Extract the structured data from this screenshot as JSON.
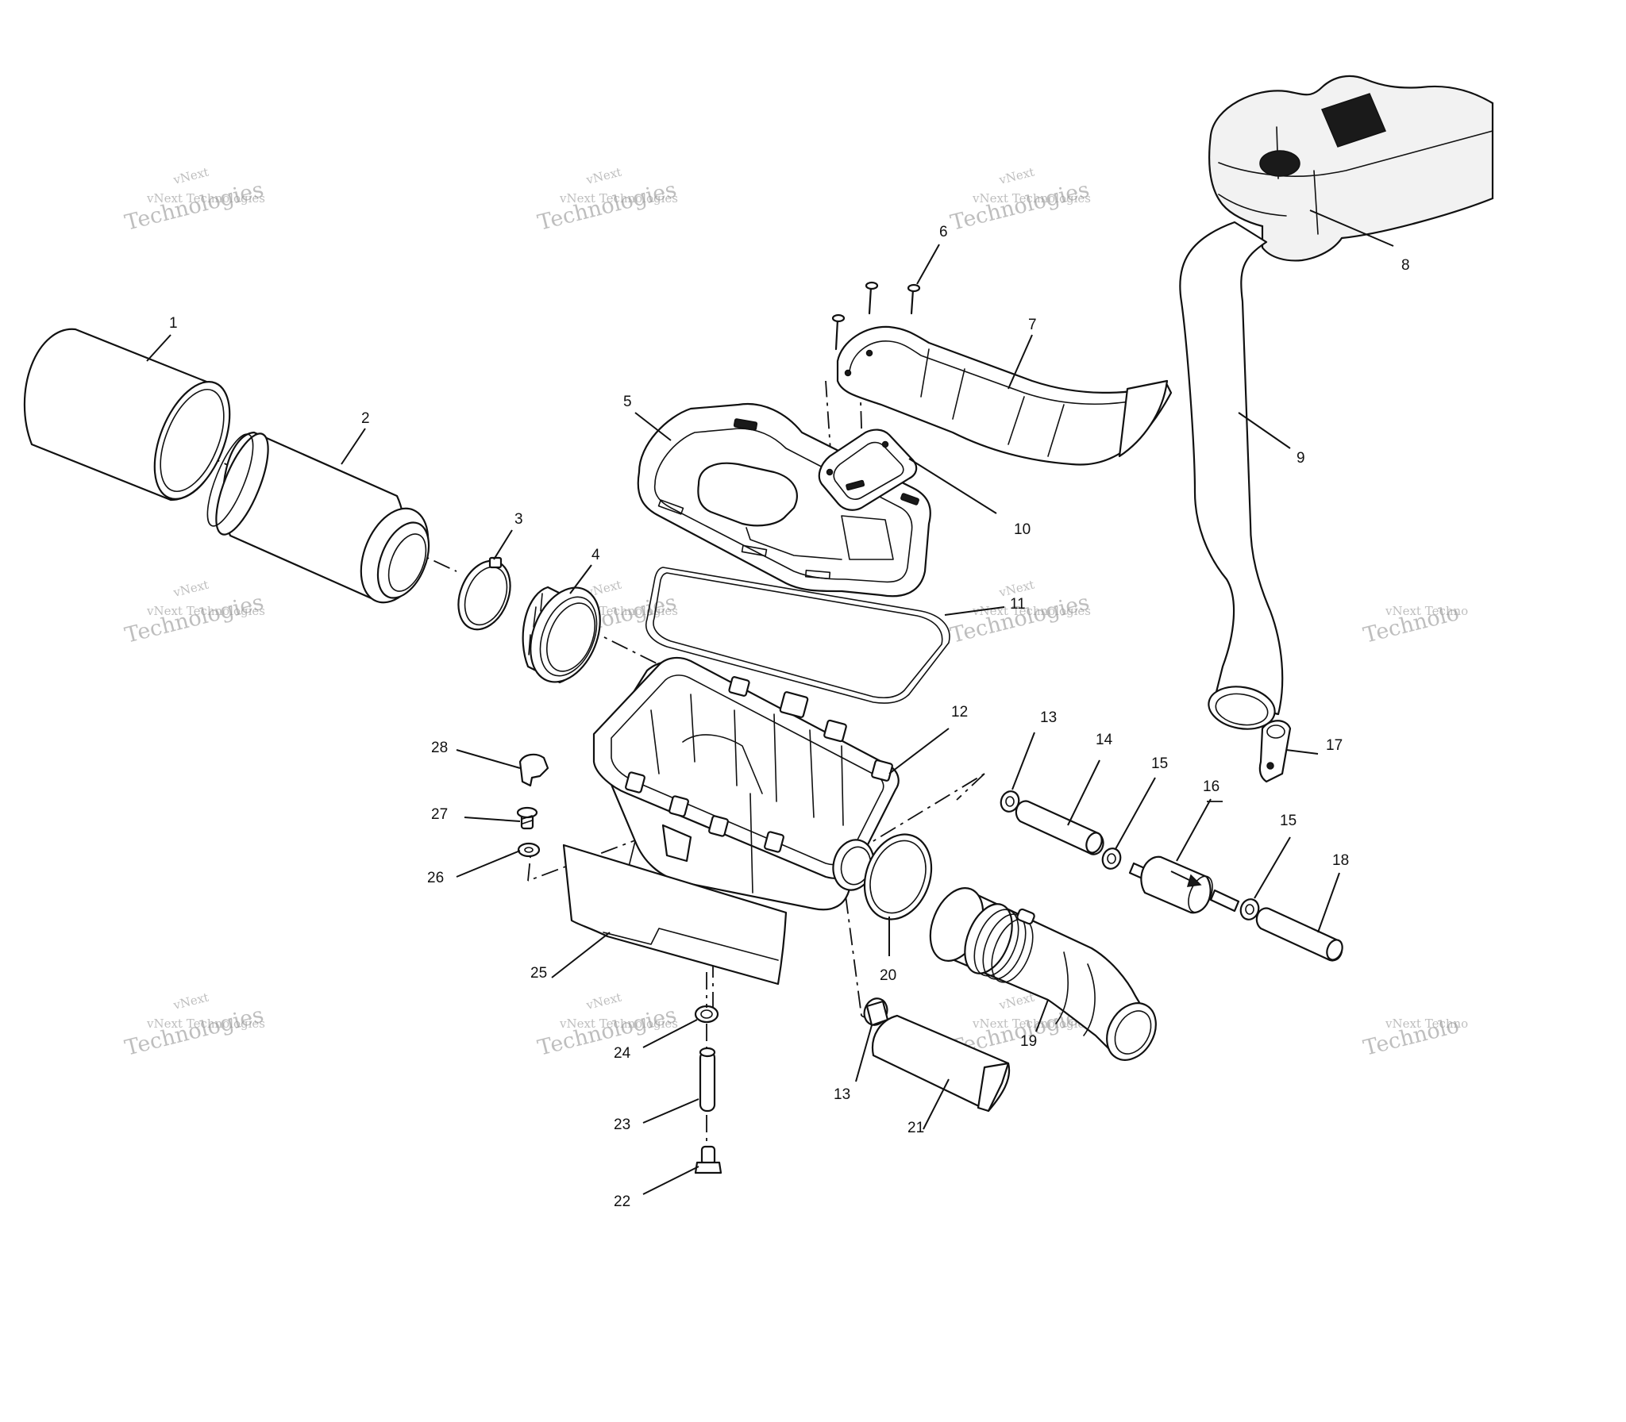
{
  "watermark": {
    "line1": "vNext",
    "line2": "vNext Technologies",
    "line3": "Technologies",
    "line2_cropped": "vNext Techno",
    "line3_cropped": "Technolo"
  },
  "callouts": [
    {
      "id": "1",
      "label": "1"
    },
    {
      "id": "2",
      "label": "2"
    },
    {
      "id": "3",
      "label": "3"
    },
    {
      "id": "4",
      "label": "4"
    },
    {
      "id": "5",
      "label": "5"
    },
    {
      "id": "6",
      "label": "6"
    },
    {
      "id": "7",
      "label": "7"
    },
    {
      "id": "8",
      "label": "8"
    },
    {
      "id": "9",
      "label": "9"
    },
    {
      "id": "10",
      "label": "10"
    },
    {
      "id": "11",
      "label": "11"
    },
    {
      "id": "12",
      "label": "12"
    },
    {
      "id": "13a",
      "label": "13"
    },
    {
      "id": "13b",
      "label": "13"
    },
    {
      "id": "14",
      "label": "14"
    },
    {
      "id": "15a",
      "label": "15"
    },
    {
      "id": "15b",
      "label": "15"
    },
    {
      "id": "16",
      "label": "16"
    },
    {
      "id": "17",
      "label": "17"
    },
    {
      "id": "18",
      "label": "18"
    },
    {
      "id": "19",
      "label": "19"
    },
    {
      "id": "20",
      "label": "20"
    },
    {
      "id": "21",
      "label": "21"
    },
    {
      "id": "22",
      "label": "22"
    },
    {
      "id": "23",
      "label": "23"
    },
    {
      "id": "24",
      "label": "24"
    },
    {
      "id": "25",
      "label": "25"
    },
    {
      "id": "26",
      "label": "26"
    },
    {
      "id": "27",
      "label": "27"
    },
    {
      "id": "28",
      "label": "28"
    }
  ]
}
